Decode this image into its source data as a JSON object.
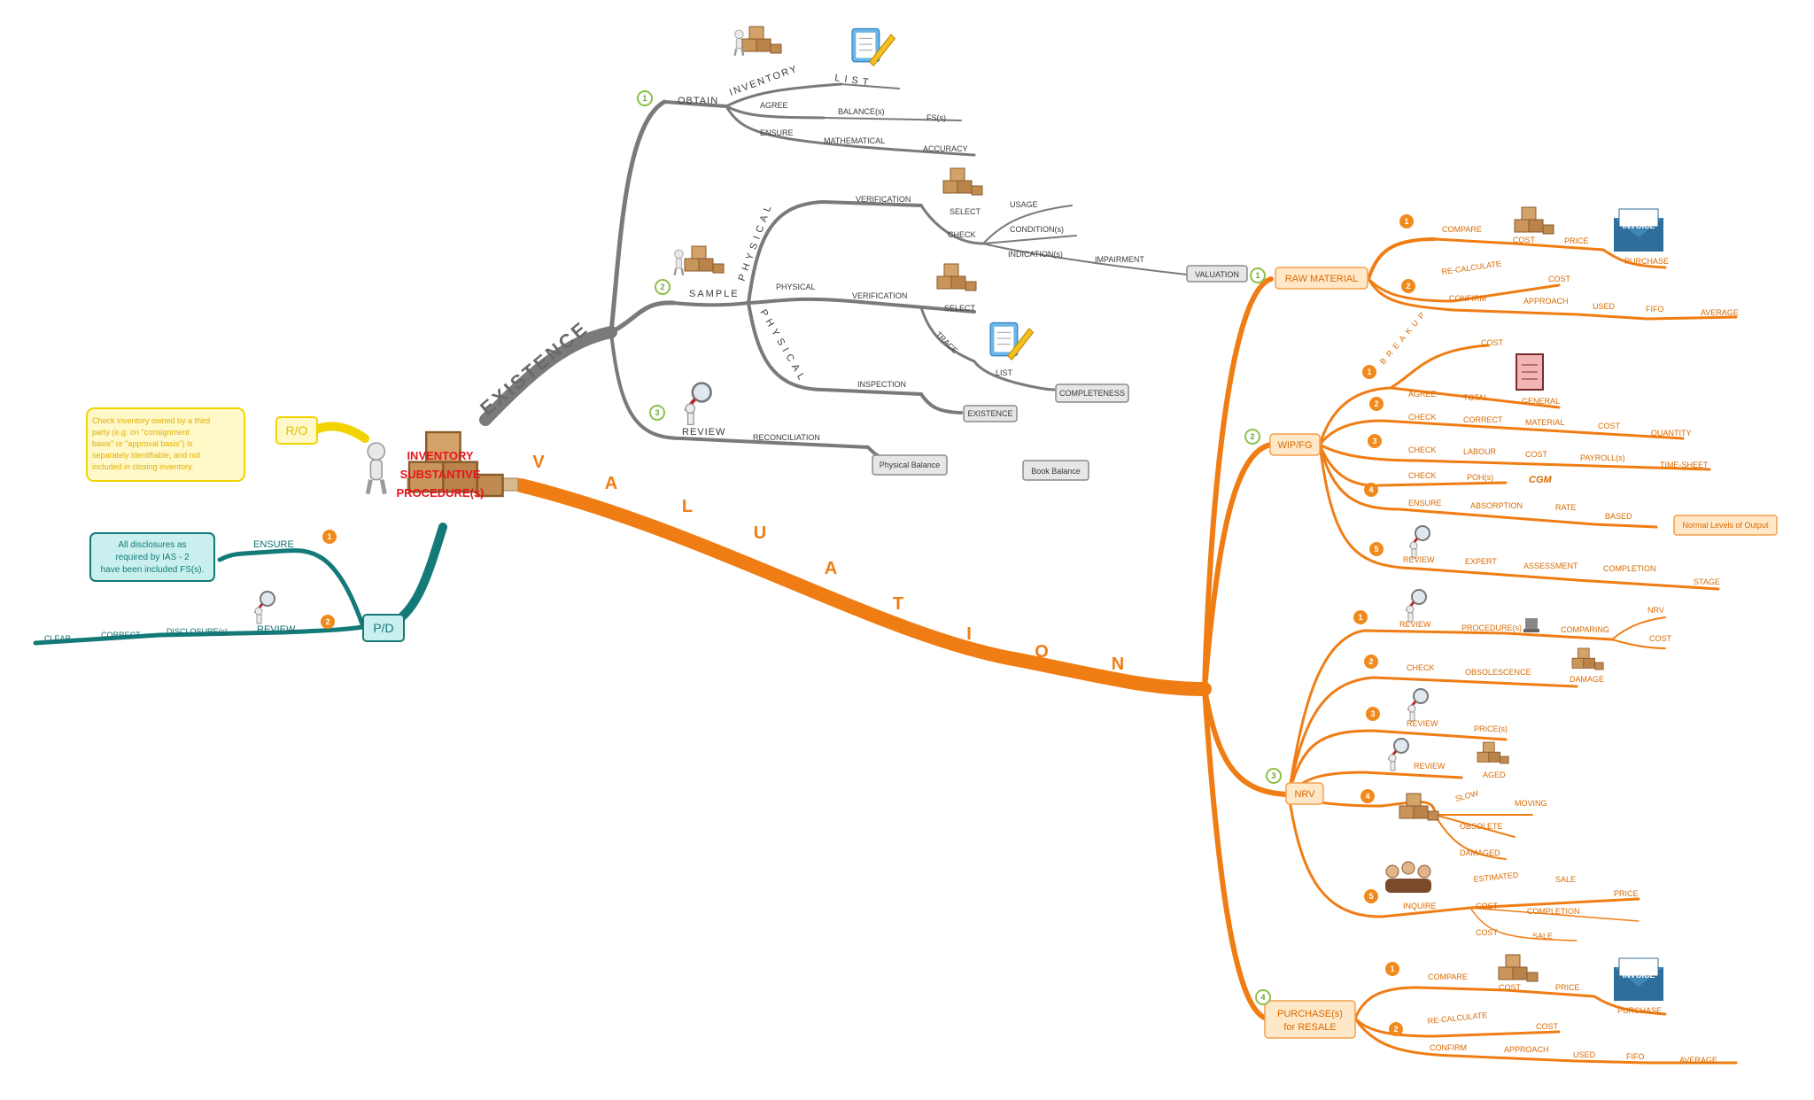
{
  "center": {
    "title": "INVENTORY SUBSTANTIVE PROCEDURE(s)"
  },
  "main_labels": {
    "existence": "EXISTENCE",
    "valuation": "VALUATION",
    "ro": "R/O",
    "pd": "P/D"
  },
  "ro_note": "Check inventory owned by a third party (e.g. on \"consignment basis\" or \"approval basis\") is separately identifiable, and not included in closing inventory.",
  "pd": {
    "note": "All disclosures as required by IAS - 2 have been included FS(s).",
    "ensure": "ENSURE",
    "review": "REVIEW",
    "clear": "CLEAR",
    "correct": "CORRECT",
    "disclosures": "DISCLOSURE(s)"
  },
  "existence": {
    "b1": {
      "num": "1",
      "obtain": "OBTAIN",
      "inventory": "INVENTORY",
      "list": "LIST",
      "agree": "AGREE",
      "balances": "BALANCE(s)",
      "fss": "FS(s)",
      "ensure": "ENSURE",
      "mathematical": "MATHEMATICAL",
      "accuracy": "ACCURACY"
    },
    "b2": {
      "num": "2",
      "sample": "SAMPLE",
      "physical": "PHYSICAL",
      "verification": "VERIFICATION",
      "select": "SELECT",
      "check": "CHECK",
      "usage": "USAGE",
      "condition": "CONDITION(s)",
      "indication": "INDICATION(s)",
      "impairment": "IMPAIRMENT",
      "valuation": "VALUATION",
      "trace": "TRACE",
      "list": "LIST",
      "completeness": "COMPLETENESS",
      "inspection": "INSPECTION",
      "existence": "EXISTENCE"
    },
    "b3": {
      "num": "3",
      "review": "REVIEW",
      "reconciliation": "RECONCILIATION",
      "physical_balance": "Physical Balance",
      "book_balance": "Book Balance"
    }
  },
  "valuation": {
    "raw": {
      "num": "1",
      "label": "RAW MATERIAL",
      "n1": "1",
      "compare": "COMPARE",
      "cost": "COST",
      "price": "PRICE",
      "purchase": "PURCHASE",
      "invoice": "INVOICE",
      "n2": "2",
      "recalculate": "RE-CALCULATE",
      "cost2": "COST",
      "confirm": "CONFIRM",
      "approach": "APPROACH",
      "used": "USED",
      "fifo": "FIFO",
      "average": "AVERAGE"
    },
    "wip": {
      "num": "2",
      "label": "WIP/FG",
      "breakup": "BREAKUP",
      "cost": "COST",
      "general": "GENERAL",
      "n1": "1",
      "n2": "2",
      "agree": "AGREE",
      "total": "TOTAL",
      "check": "CHECK",
      "correct": "CORRECT",
      "material": "MATERIAL",
      "cost2": "COST",
      "quantity": "QUANTITY",
      "n3": "3",
      "check3": "CHECK",
      "labour": "LABOUR",
      "cost3": "COST",
      "payroll": "PAYROLL(s)",
      "timesheet": "TIME-SHEET",
      "n4": "4",
      "check4": "CHECK",
      "poh": "POH(s)",
      "cgm": "CGM",
      "ensure": "ENSURE",
      "absorption": "ABSORPTION",
      "rate": "RATE",
      "based": "BASED",
      "normal": "Normal Levels of Output",
      "n5": "5",
      "review": "REVIEW",
      "expert": "EXPERT",
      "assessment": "ASSESSMENT",
      "completion": "COMPLETION",
      "stage": "STAGE"
    },
    "nrv": {
      "num": "3",
      "label": "NRV",
      "n1": "1",
      "review": "REVIEW",
      "procedures": "PROCEDURE(s)",
      "comparing": "COMPARING",
      "nrv": "NRV",
      "cost": "COST",
      "n2": "2",
      "check": "CHECK",
      "obsolescence": "OBSOLESCENCE",
      "damage": "DAMAGE",
      "n3": "3",
      "review3": "REVIEW",
      "prices": "PRICE(s)",
      "review4a": "REVIEW",
      "aged": "AGED",
      "n4": "4",
      "slow": "SLOW",
      "moving": "MOVING",
      "obsolete": "OBSOLETE",
      "damaged": "DAMAGED",
      "n5": "5",
      "inquire": "INQUIRE",
      "estimated": "ESTIMATED",
      "sale": "SALE",
      "price": "PRICE",
      "cost5": "COST",
      "completion": "COMPLETION",
      "cost6": "COST",
      "sale2": "SALE"
    },
    "purchase": {
      "num": "4",
      "label": "PURCHASE(s) for RESALE",
      "n1": "1",
      "compare": "COMPARE",
      "cost": "COST",
      "price": "PRICE",
      "purchase": "PURCHASE",
      "invoice": "INVOICE",
      "n2": "2",
      "recalculate": "RE-CALCULATE",
      "cost2": "COST",
      "confirm": "CONFIRM",
      "approach": "APPROACH",
      "used": "USED",
      "fifo": "FIFO",
      "average": "AVERAGE"
    }
  },
  "colors": {
    "existence": "#7a7a7a",
    "valuation": "#f07d14",
    "ro": "#f2d300",
    "pd": "#137a78"
  }
}
